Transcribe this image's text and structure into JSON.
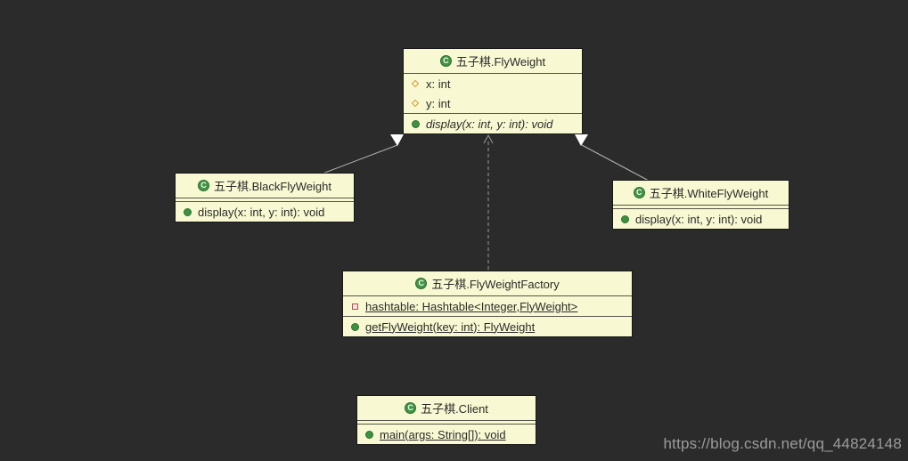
{
  "colors": {
    "canvas_background": "#2b2b2b",
    "node_fill": "#f8f9d2",
    "node_separator": "#56554a",
    "node_text": "#2b2b2b",
    "line_gray": "#b3b3b3",
    "dashed_gray": "#9a9a9a",
    "arrowhead_white": "#ffffff",
    "class_icon_green": "#419544",
    "field_diamond_orange": "#cc9c32",
    "private_square_red": "#c4494b",
    "watermark_gray": "#9c9c9c"
  },
  "classes": [
    {
      "id": "flyweight",
      "icon": "class-icon",
      "title": "五子棋.FlyWeight",
      "fields": [
        {
          "icon": "protected-field-icon",
          "text": "x: int"
        },
        {
          "icon": "protected-field-icon",
          "text": "y: int"
        }
      ],
      "methods": [
        {
          "icon": "public-method-icon",
          "text": "display(x: int, y: int): void",
          "abstract": true
        }
      ]
    },
    {
      "id": "black-flyweight",
      "icon": "class-icon",
      "title": "五子棋.BlackFlyWeight",
      "fields": [],
      "methods": [
        {
          "icon": "public-method-icon",
          "text": "display(x: int, y: int): void"
        }
      ]
    },
    {
      "id": "white-flyweight",
      "icon": "class-icon",
      "title": "五子棋.WhiteFlyWeight",
      "fields": [],
      "methods": [
        {
          "icon": "public-method-icon",
          "text": "display(x: int, y: int): void"
        }
      ]
    },
    {
      "id": "flyweight-factory",
      "icon": "class-icon",
      "title": "五子棋.FlyWeightFactory",
      "fields": [
        {
          "icon": "private-field-icon",
          "text": "hashtable: Hashtable<Integer,FlyWeight>",
          "static": true
        }
      ],
      "methods": [
        {
          "icon": "public-method-icon",
          "text": "getFlyWeight(key: int): FlyWeight",
          "static": true
        }
      ]
    },
    {
      "id": "client",
      "icon": "class-icon",
      "title": "五子棋.Client",
      "fields": [],
      "methods": [
        {
          "icon": "public-method-icon",
          "text": "main(args: String[]): void",
          "static": true
        }
      ]
    }
  ],
  "relations": [
    {
      "type": "inheritance",
      "from": "black-flyweight",
      "to": "flyweight",
      "line": "solid",
      "arrowhead": "white-triangle"
    },
    {
      "type": "inheritance",
      "from": "white-flyweight",
      "to": "flyweight",
      "line": "solid",
      "arrowhead": "white-triangle"
    },
    {
      "type": "dependency",
      "from": "flyweight-factory",
      "to": "flyweight",
      "line": "dashed",
      "arrowhead": "open-v"
    }
  ],
  "watermark": {
    "text": "https://blog.csdn.net/qq_44824148"
  }
}
